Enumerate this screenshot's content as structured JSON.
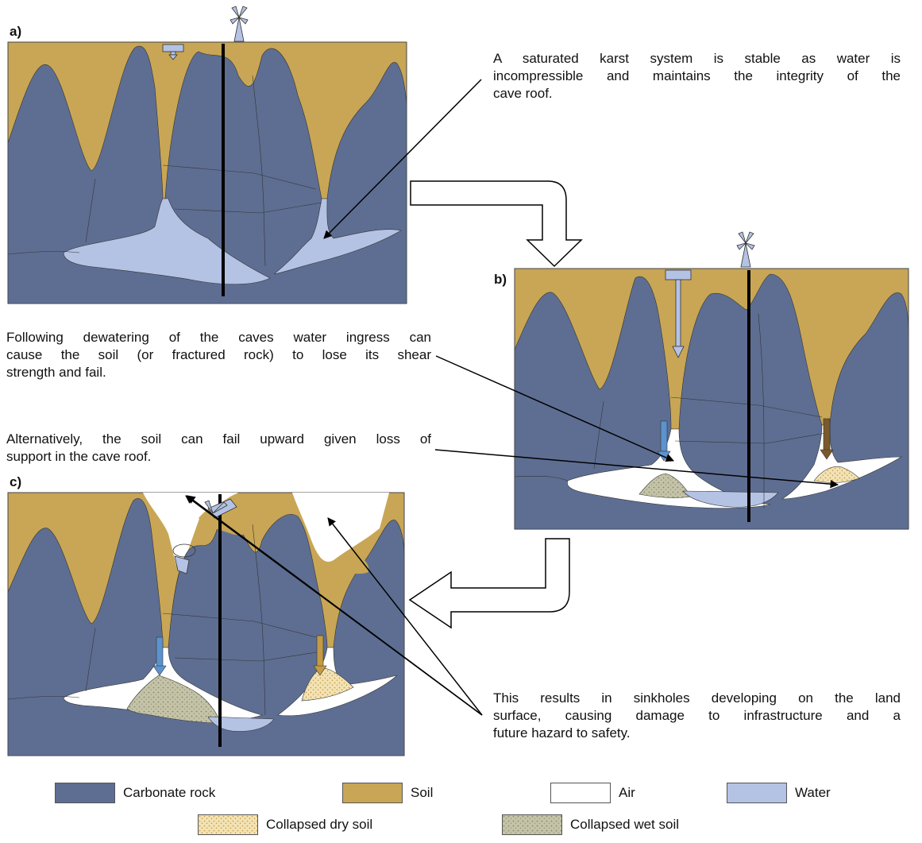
{
  "panels": {
    "a": {
      "label": "a)"
    },
    "b": {
      "label": "b)"
    },
    "c": {
      "label": "c)"
    }
  },
  "captions": {
    "saturated": [
      "A saturated karst system is stable as water is",
      "incompressible and maintains the integrity of the",
      "cave roof."
    ],
    "dewatering": [
      "Following dewatering of the caves water ingress can",
      "cause the soil (or fractured rock) to lose its shear",
      "strength and fail."
    ],
    "alternative": [
      "Alternatively, the soil can fail upward given loss of",
      "support in the cave roof."
    ],
    "result": [
      "This results in sinkholes developing on the land",
      "surface, causing damage to infrastructure and a",
      "future hazard to safety."
    ]
  },
  "legend": [
    {
      "label": "Carbonate rock",
      "color": "#5e6e92"
    },
    {
      "label": "Soil",
      "color": "#c8a655"
    },
    {
      "label": "Air",
      "color": "#ffffff"
    },
    {
      "label": "Water",
      "color": "#b4c2e4"
    },
    {
      "label": "Collapsed dry soil",
      "color": "#f0dcaa"
    },
    {
      "label": "Collapsed wet soil",
      "color": "#b9b79c"
    }
  ],
  "colors": {
    "rock": "#5e6e92",
    "soil": "#c8a655",
    "water": "#b4c2e4",
    "dry_soil": "#f0dcaa",
    "wet_soil": "#b9b79c",
    "blue_arrow": "#5b93cf",
    "brown_arrow": "#7a5a2a"
  }
}
